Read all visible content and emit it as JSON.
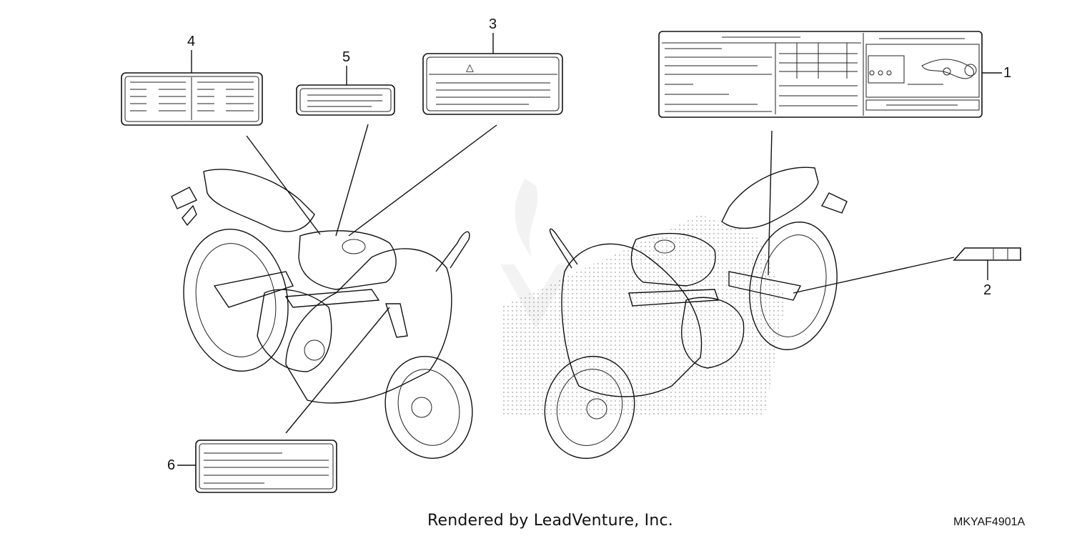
{
  "callouts": [
    {
      "id": "1",
      "text": "1"
    },
    {
      "id": "2",
      "text": "2"
    },
    {
      "id": "3",
      "text": "3"
    },
    {
      "id": "4",
      "text": "4"
    },
    {
      "id": "5",
      "text": "5"
    },
    {
      "id": "6",
      "text": "6"
    }
  ],
  "footer": {
    "credit": "Rendered by LeadVenture, Inc.",
    "code": "MKYAF4901A"
  },
  "labels": {
    "warning_symbol": "△"
  }
}
